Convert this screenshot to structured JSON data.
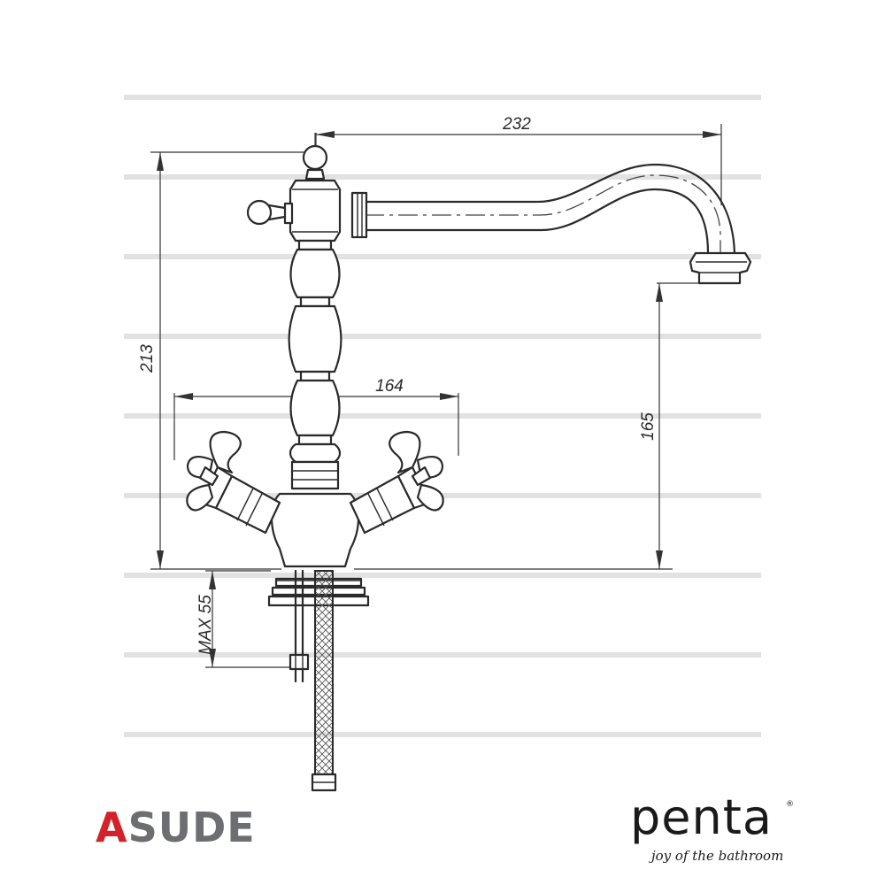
{
  "dimensions": {
    "spout_reach": "232",
    "total_height": "213",
    "handle_span": "164",
    "spout_height": "165",
    "max_counter_thickness": "MAX 55"
  },
  "branding": {
    "asude_icon": "A",
    "asude_rest": "SUDE",
    "asude_color": "#6d6e71",
    "asude_accent": "#d2232a",
    "penta_logo": "penta",
    "penta_registered": "®",
    "penta_tagline": "joy of the bathroom"
  }
}
